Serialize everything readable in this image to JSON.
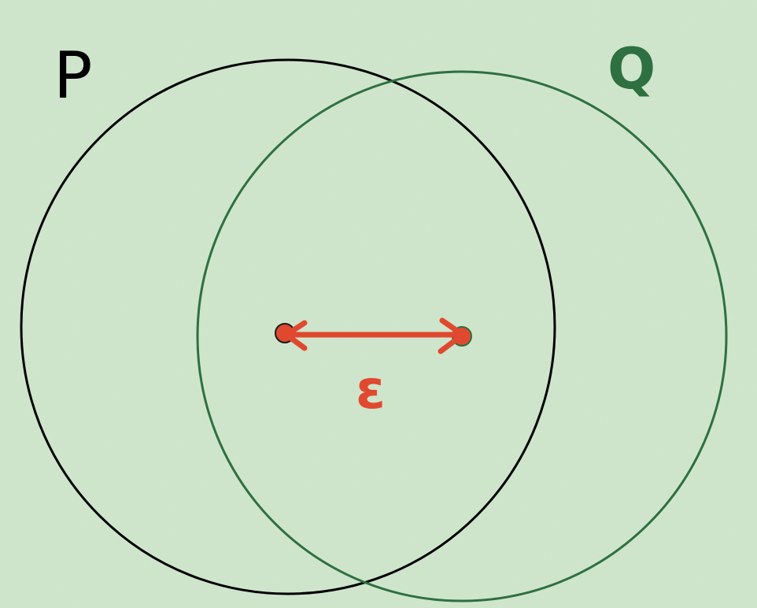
{
  "labels": {
    "p": "P",
    "q": "Q",
    "epsilon": "ε"
  },
  "colors": {
    "background": "#cfe6cc",
    "p_circle": "#000000",
    "q_circle": "#2e7040",
    "arrow": "#e0492f"
  }
}
